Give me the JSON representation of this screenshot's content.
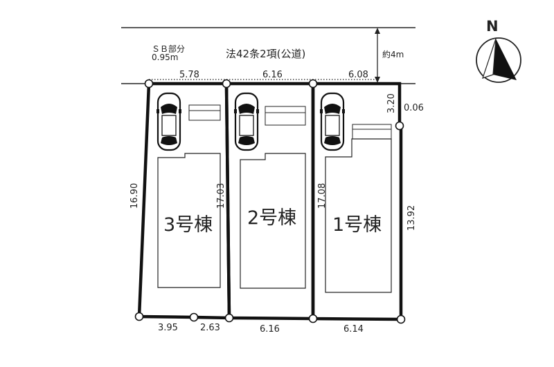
{
  "road": {
    "label": "法42条2項(公道)",
    "width_label": "約4m",
    "setback_label": "ＳＢ部分",
    "setback_width": "0.95m"
  },
  "compass": {
    "north_label": "N"
  },
  "buildings": [
    {
      "id": "lot3",
      "name": "3号棟"
    },
    {
      "id": "lot2",
      "name": "2号棟"
    },
    {
      "id": "lot1",
      "name": "1号棟"
    }
  ],
  "dimensions": {
    "top_lot3": "5.78",
    "top_lot2": "6.16",
    "top_lot1": "6.08",
    "bottom_lot3_a": "3.95",
    "bottom_lot3_b": "2.63",
    "bottom_lot2": "6.16",
    "bottom_lot1": "6.14",
    "left_lot3": "16.90",
    "boundary_3_2": "17.03",
    "boundary_2_1": "17.08",
    "right_lot1_upper": "3.20",
    "right_lot1_offset": "0.06",
    "right_lot1_lower": "13.92"
  }
}
